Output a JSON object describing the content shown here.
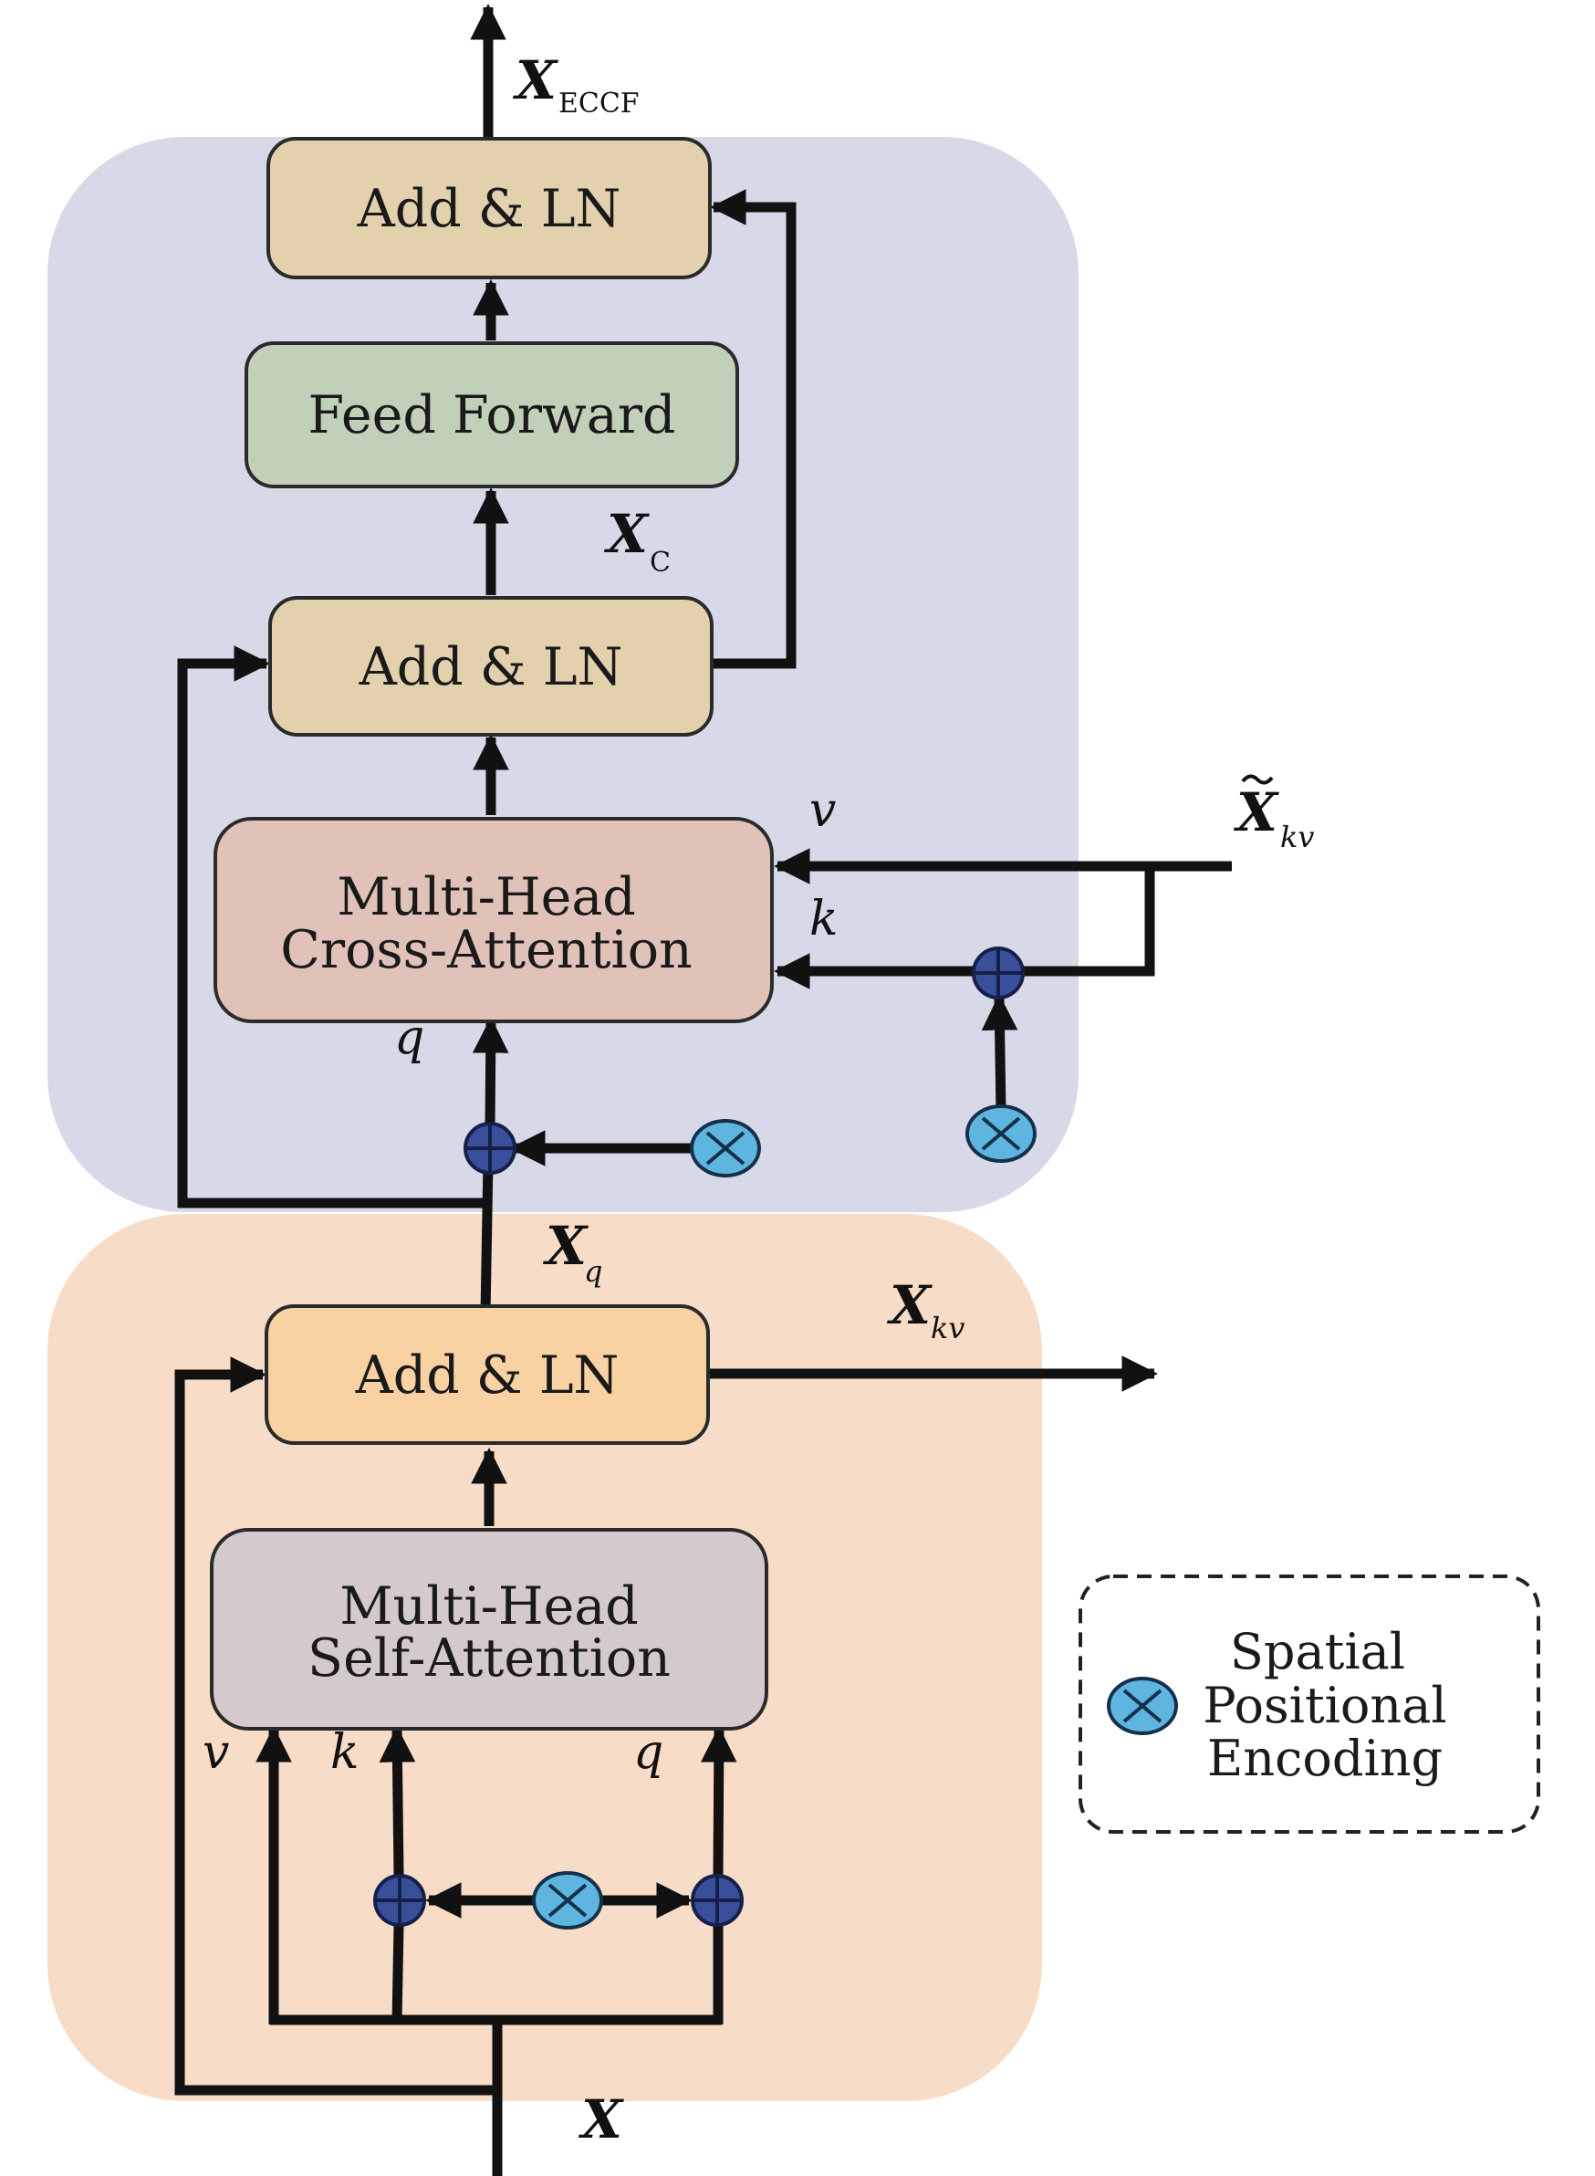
{
  "blocks": {
    "add_ln_top": "Add & LN",
    "feed_forward": "Feed Forward",
    "add_ln_mid": "Add & LN",
    "cross_attention_line1": "Multi-Head",
    "cross_attention_line2": "Cross-Attention",
    "add_ln_bottom": "Add & LN",
    "self_attention_line1": "Multi-Head",
    "self_attention_line2": "Self-Attention"
  },
  "labels": {
    "output_main": "X",
    "output_sub": "ECCF",
    "xc_main": "X",
    "xc_sub": "C",
    "xkv_tilde_main": "X",
    "xkv_tilde_sub": "kv",
    "xq_main": "X",
    "xq_sub": "q",
    "xkv_main": "X",
    "xkv_sub": "kv",
    "input_main": "X",
    "cross_v": "v",
    "cross_k": "k",
    "cross_q": "q",
    "self_v": "v",
    "self_k": "k",
    "self_q": "q"
  },
  "legend": {
    "line1": "Spatial",
    "line2": "Positional",
    "line3": "Encoding"
  },
  "colors": {
    "decoder_panel": "#d8d9e8",
    "encoder_panel": "#f7dcc8",
    "add_ln": "#e3d1ad",
    "add_ln_bottom": "#f8d2a3",
    "feed_forward": "#c1d0b9",
    "cross_attention": "#e1c2b8",
    "self_attention": "#d4cace",
    "plus_node": "#3a4f9a",
    "pe_node": "#5eb5e0"
  }
}
